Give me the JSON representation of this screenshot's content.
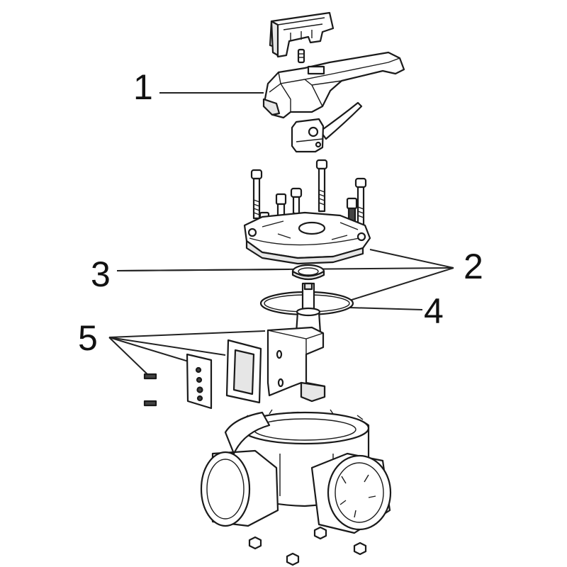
{
  "callouts": {
    "one": "1",
    "two": "2",
    "three": "3",
    "four": "4",
    "five": "5"
  },
  "colors": {
    "line": "#1a1a1a",
    "background": "#ffffff",
    "shade": "#e6e6e6"
  }
}
